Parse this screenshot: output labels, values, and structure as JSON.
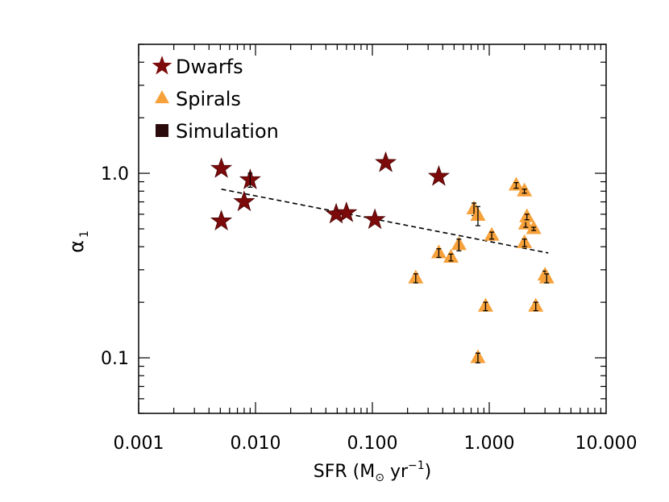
{
  "chart_data": {
    "type": "scatter",
    "xlabel": "SFR (M",
    "xlabel_sub": "⊙",
    "xlabel_unit": " yr",
    "xlabel_sup": "−1",
    "xlabel_end": ")",
    "ylabel": "α",
    "ylabel_sub": "1",
    "x_scale": "log",
    "y_scale": "log",
    "xlim": [
      0.001,
      10.0
    ],
    "ylim": [
      0.05,
      5.0
    ],
    "x_tick_labels": [
      "0.001",
      "0.010",
      "0.100",
      "1.000",
      "10.000"
    ],
    "x_ticks": [
      0.001,
      0.01,
      0.1,
      1.0,
      10.0
    ],
    "y_tick_labels": [
      "0.1",
      "1.0"
    ],
    "y_ticks": [
      0.1,
      1.0
    ],
    "legend": {
      "placement": "top-left",
      "entries": [
        {
          "label": "Dwarfs",
          "marker": "star",
          "color": "#7d0a0a"
        },
        {
          "label": "Spirals",
          "marker": "triangle",
          "color": "#f7a13b"
        },
        {
          "label": "Simulation",
          "marker": "square",
          "color": "#2a0a0a"
        }
      ]
    },
    "series": [
      {
        "name": "Dwarfs",
        "marker": "star",
        "color": "#7d0a0a",
        "points": [
          {
            "x": 0.0051,
            "y": 1.06
          },
          {
            "x": 0.0051,
            "y": 0.55
          },
          {
            "x": 0.008,
            "y": 0.7
          },
          {
            "x": 0.009,
            "y": 0.92,
            "err": 0.08
          },
          {
            "x": 0.049,
            "y": 0.6
          },
          {
            "x": 0.06,
            "y": 0.61
          },
          {
            "x": 0.105,
            "y": 0.56
          },
          {
            "x": 0.13,
            "y": 1.14
          },
          {
            "x": 0.37,
            "y": 0.96
          }
        ]
      },
      {
        "name": "Spirals",
        "marker": "triangle",
        "color": "#f7a13b",
        "points": [
          {
            "x": 0.235,
            "y": 0.27,
            "err": 0.015
          },
          {
            "x": 0.37,
            "y": 0.37,
            "err": 0.02
          },
          {
            "x": 0.47,
            "y": 0.35,
            "err": 0.015
          },
          {
            "x": 0.55,
            "y": 0.41,
            "err": 0.03
          },
          {
            "x": 0.74,
            "y": 0.64,
            "err": 0.05
          },
          {
            "x": 0.8,
            "y": 0.59,
            "err": 0.07
          },
          {
            "x": 0.8,
            "y": 0.1,
            "err": 0.006
          },
          {
            "x": 0.93,
            "y": 0.19,
            "err": 0.01
          },
          {
            "x": 1.05,
            "y": 0.46,
            "err": 0.02
          },
          {
            "x": 1.7,
            "y": 0.86,
            "err": 0.03
          },
          {
            "x": 2.0,
            "y": 0.8,
            "err": 0.02
          },
          {
            "x": 2.05,
            "y": 0.53,
            "err": 0.02
          },
          {
            "x": 2.1,
            "y": 0.58,
            "err": 0.02
          },
          {
            "x": 2.0,
            "y": 0.42,
            "err": 0.02
          },
          {
            "x": 2.4,
            "y": 0.5,
            "err": 0.01
          },
          {
            "x": 2.5,
            "y": 0.19,
            "err": 0.01
          },
          {
            "x": 3.0,
            "y": 0.28,
            "err": 0.015
          },
          {
            "x": 3.1,
            "y": 0.27,
            "err": 0.015
          }
        ]
      }
    ],
    "fit_line": {
      "style": "dashed",
      "color": "#000000",
      "x": [
        0.0051,
        3.2
      ],
      "y": [
        0.82,
        0.37
      ]
    }
  }
}
